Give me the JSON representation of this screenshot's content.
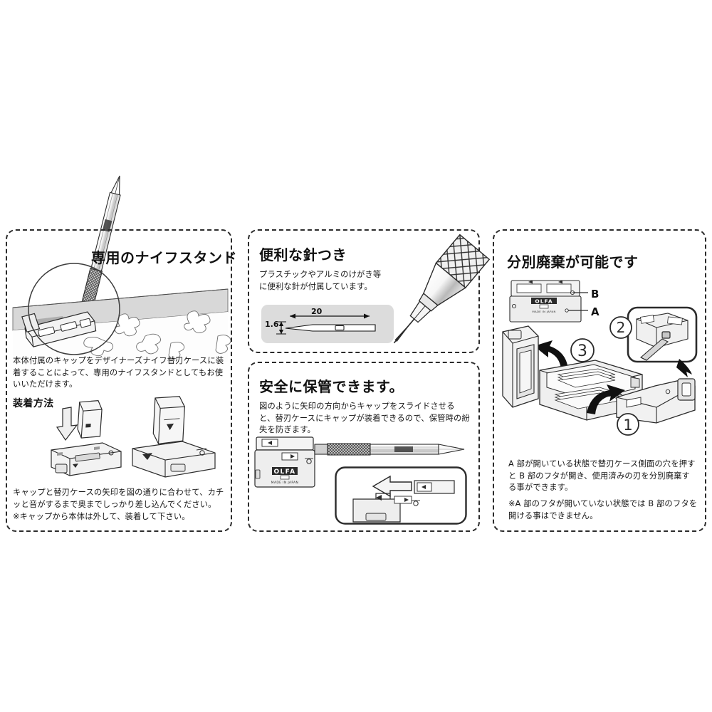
{
  "document": {
    "language": "ja",
    "product_brand": "OLFA",
    "product_origin": "MADE IN JAPAN"
  },
  "panels": {
    "stand": {
      "title": "専用のナイフスタンド",
      "body": "本体付属のキャップをデザイナーズナイフ替刃ケースに装着することによって、専用のナイフスタンドとしてもお使いいただけます。",
      "subheading": "装着方法",
      "footnote_1": "キャップと替刃ケースの矢印を図の通りに合わせて、カチッと音がするまで奥までしっかり差し込んでください。",
      "footnote_2": "※キャップから本体は外して、装着して下さい。"
    },
    "needle": {
      "title": "便利な針つき",
      "body": "プラスチックやアルミのけがき等に便利な針が付属しています。",
      "dimensions": {
        "length_label": "20",
        "width_label": "1.6"
      }
    },
    "storage": {
      "title": "安全に保管できます。",
      "body": "図のように矢印の方向からキャップをスライドさせると、替刃ケースにキャップが装着できるので、保管時の紛失を防ぎます。",
      "case_brand": "OLFA",
      "case_origin": "MADE IN JAPAN"
    },
    "disposal": {
      "title": "分別廃棄が可能です",
      "label_b": "B",
      "label_a": "A",
      "case_brand": "OLFA",
      "case_origin": "MADE IN JAPAN",
      "steps": [
        "①",
        "②",
        "③"
      ],
      "body": "A 部が開いている状態で替刃ケース側面の穴を押すと B 部のフタが開き、使用済みの刃を分別廃棄する事ができます。",
      "note": "※A 部のフタが開いていない状態では B 部のフタを開ける事はできません。"
    }
  },
  "colors": {
    "outline": "#2b2b2b",
    "panel_border": "#2b2b2b",
    "desk_gray": "#d8d8d8",
    "light_gray": "#ededed",
    "mid_gray": "#c9c9c9",
    "dim_box": "#dcdcdc",
    "page_bg": "#ffffff"
  }
}
